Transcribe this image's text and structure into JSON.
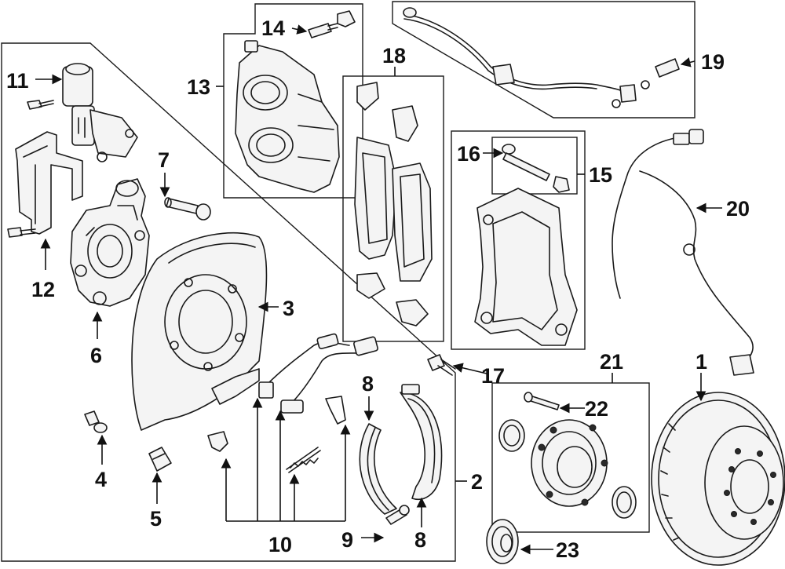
{
  "callouts": {
    "c1": "1",
    "c2": "2",
    "c3": "3",
    "c4": "4",
    "c5": "5",
    "c6": "6",
    "c7": "7",
    "c8a": "8",
    "c8b": "8",
    "c9": "9",
    "c10": "10",
    "c11": "11",
    "c12": "12",
    "c13": "13",
    "c14": "14",
    "c15": "15",
    "c16": "16",
    "c17": "17",
    "c18": "18",
    "c19": "19",
    "c20": "20",
    "c21": "21",
    "c22": "22",
    "c23": "23"
  },
  "colors": {
    "line": "#1a1a1a",
    "background": "#ffffff"
  }
}
